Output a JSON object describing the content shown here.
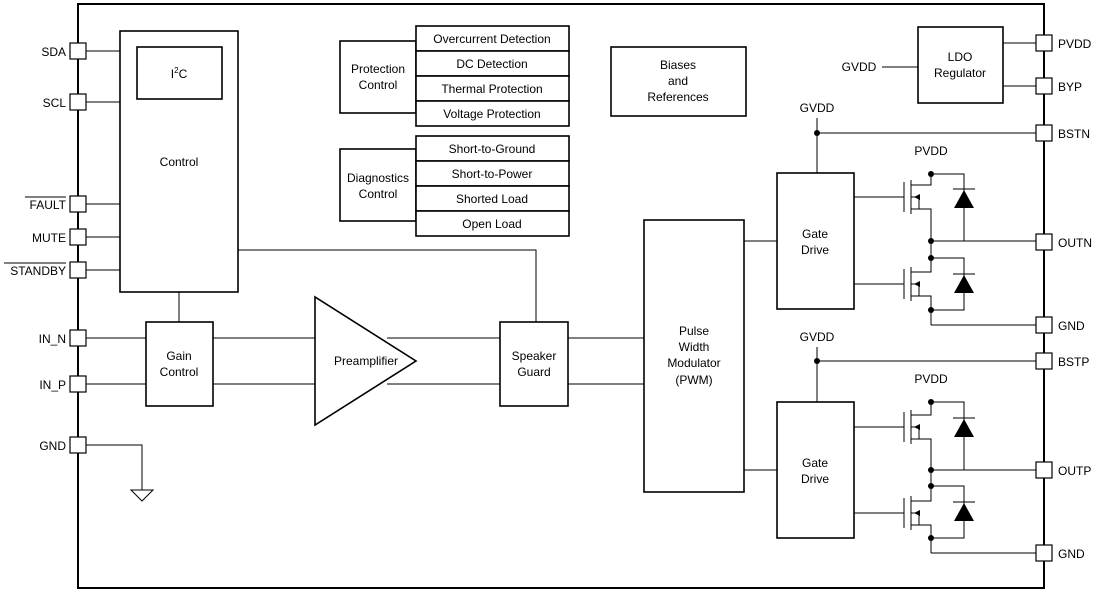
{
  "pins_left": {
    "sda": "SDA",
    "scl": "SCL",
    "fault": "FAULT",
    "mute": "MUTE",
    "standby": "STANDBY",
    "in_n": "IN_N",
    "in_p": "IN_P",
    "gnd": "GND"
  },
  "pins_right": {
    "pvdd": "PVDD",
    "byp": "BYP",
    "bstn": "BSTN",
    "outn": "OUTN",
    "gnd_top": "GND",
    "bstp": "BSTP",
    "outp": "OUTP",
    "gnd_bottom": "GND"
  },
  "blocks": {
    "i2c_main": "I",
    "i2c_sup": "2",
    "i2c_end": "C",
    "control": "Control",
    "gain_line1": "Gain",
    "gain_line2": "Control",
    "preamp": "Preamplifier",
    "speaker_line1": "Speaker",
    "speaker_line2": "Guard",
    "protection_line1": "Protection",
    "protection_line2": "Control",
    "protection_items": [
      "Overcurrent Detection",
      "DC Detection",
      "Thermal Protection",
      "Voltage Protection"
    ],
    "diagnostics_line1": "Diagnostics",
    "diagnostics_line2": "Control",
    "diagnostics_items": [
      "Short-to-Ground",
      "Short-to-Power",
      "Shorted Load",
      "Open Load"
    ],
    "biases_line1": "Biases",
    "biases_line2": "and",
    "biases_line3": "References",
    "pwm_line1": "Pulse",
    "pwm_line2": "Width",
    "pwm_line3": "Modulator",
    "pwm_line4": "(PWM)",
    "gate_line1": "Gate",
    "gate_line2": "Drive",
    "ldo_line1": "LDO",
    "ldo_line2": "Regulator"
  },
  "labels": {
    "gvdd": "GVDD",
    "pvdd": "PVDD"
  }
}
